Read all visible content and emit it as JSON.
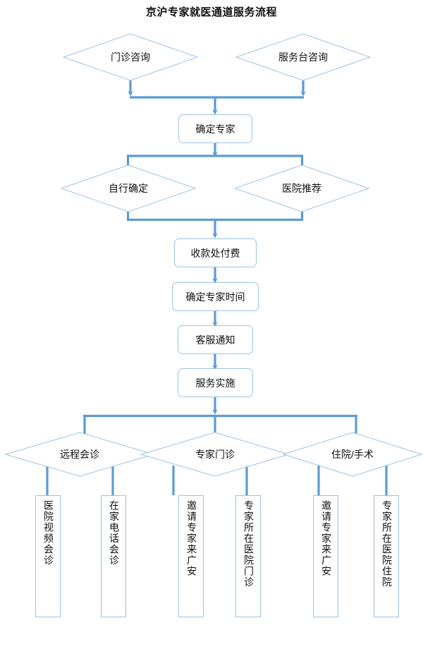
{
  "title": "京沪专家就医通道服务流程",
  "colors": {
    "connector": "#5B9BD5",
    "shape_border": "#9DC3E6",
    "shape_fill": "#FFFFFF",
    "text": "#101010"
  },
  "nodes": {
    "entry_diamonds": [
      {
        "id": "outpatient-consult",
        "label": "门诊咨询"
      },
      {
        "id": "service-desk-consult",
        "label": "服务台咨询"
      }
    ],
    "confirm_expert": {
      "id": "confirm-expert",
      "label": "确定专家"
    },
    "selection_diamonds": [
      {
        "id": "self-select",
        "label": "自行确定"
      },
      {
        "id": "hospital-recommend",
        "label": "医院推荐"
      }
    ],
    "process_chain": [
      {
        "id": "cashier-payment",
        "label": "收款处付费"
      },
      {
        "id": "confirm-expert-time",
        "label": "确定专家时间"
      },
      {
        "id": "customer-service-notice",
        "label": "客服通知"
      },
      {
        "id": "service-delivery",
        "label": "服务实施"
      }
    ],
    "service_diamonds": [
      {
        "id": "remote-consultation",
        "label": "远程会诊"
      },
      {
        "id": "expert-clinic",
        "label": "专家门诊"
      },
      {
        "id": "inpatient-surgery",
        "label": "住院/手术"
      }
    ],
    "terminal_boxes": [
      {
        "id": "hospital-video-consult",
        "label": "医院视频会诊"
      },
      {
        "id": "home-phone-consult",
        "label": "在家电话会诊"
      },
      {
        "id": "invite-expert-guangan-clinic",
        "label": "邀请专家来广安"
      },
      {
        "id": "expert-hospital-clinic",
        "label": "专家所在医院门诊"
      },
      {
        "id": "invite-expert-guangan-inpatient",
        "label": "邀请专家来广安"
      },
      {
        "id": "expert-hospital-inpatient",
        "label": "专家所在医院住院"
      }
    ]
  }
}
